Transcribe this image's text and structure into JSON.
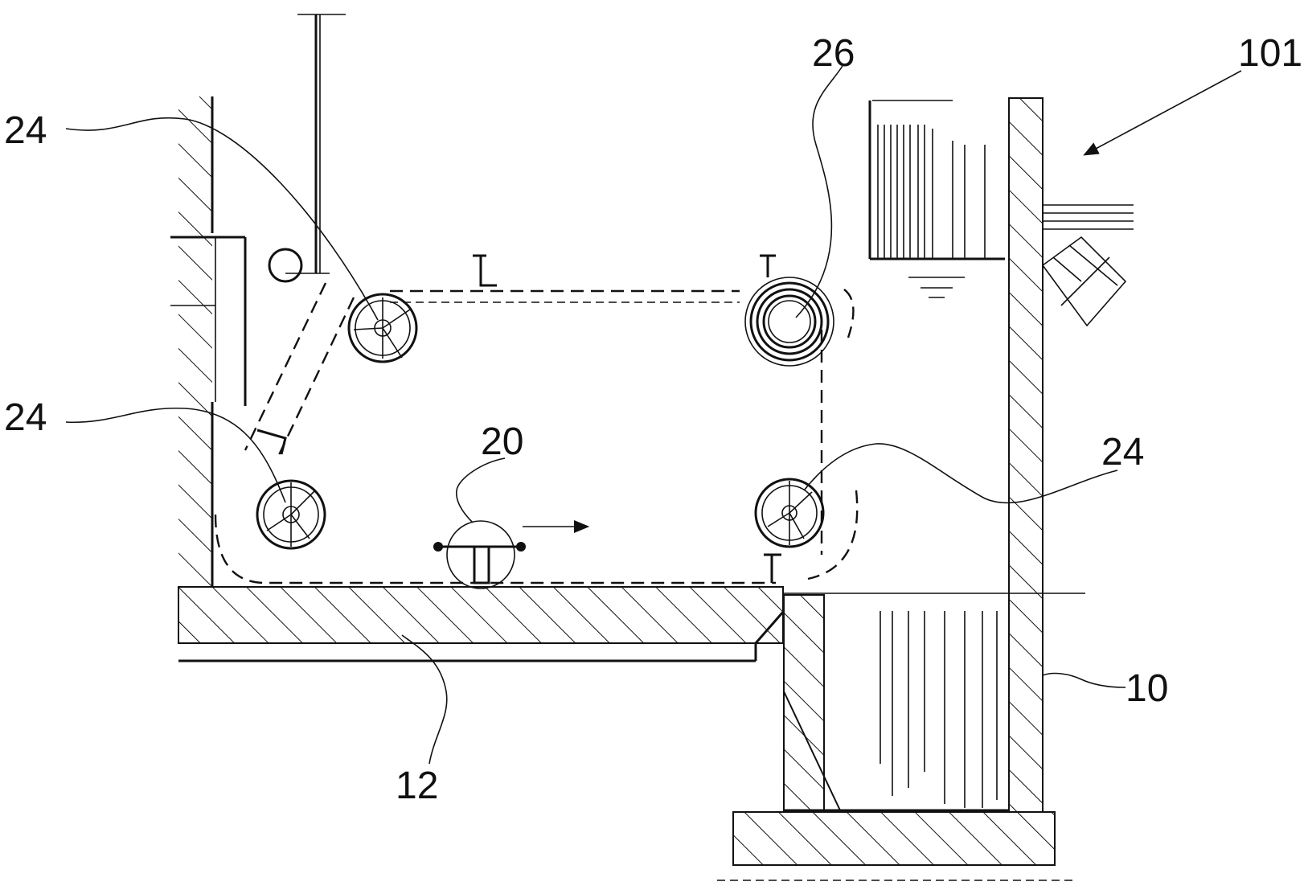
{
  "figure": {
    "labels": [
      {
        "id": "label-24-top-left",
        "text": "24"
      },
      {
        "id": "label-24-mid-left",
        "text": "24"
      },
      {
        "id": "label-24-right",
        "text": "24"
      },
      {
        "id": "label-26",
        "text": "26"
      },
      {
        "id": "label-20",
        "text": "20"
      },
      {
        "id": "label-12",
        "text": "12"
      },
      {
        "id": "label-10",
        "text": "10"
      },
      {
        "id": "label-101",
        "text": "101"
      }
    ]
  }
}
